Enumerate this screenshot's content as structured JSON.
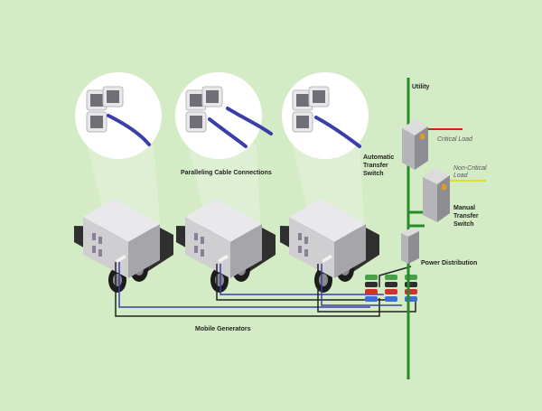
{
  "labels": {
    "utility": "Utility",
    "paralleling": "Paralleling Cable Connections",
    "ats_line1": "Automatic",
    "ats_line2": "Transfer",
    "ats_line3": "Switch",
    "critical_load": "Critical Load",
    "noncritical_line1": "Non-Critical",
    "noncritical_line2": "Load",
    "mts_line1": "Manual",
    "mts_line2": "Transfer",
    "mts_line3": "Switch",
    "power_distribution": "Power Distribution",
    "mobile_generators": "Mobile Generators"
  },
  "colors": {
    "background": "#d4ecc5",
    "utility_line": "#2a8a2a",
    "critical_line": "#cc2222",
    "noncritical_line": "#e0dc2a",
    "cable_blue": "#3b3ea8",
    "cable_dark": "#222222"
  }
}
